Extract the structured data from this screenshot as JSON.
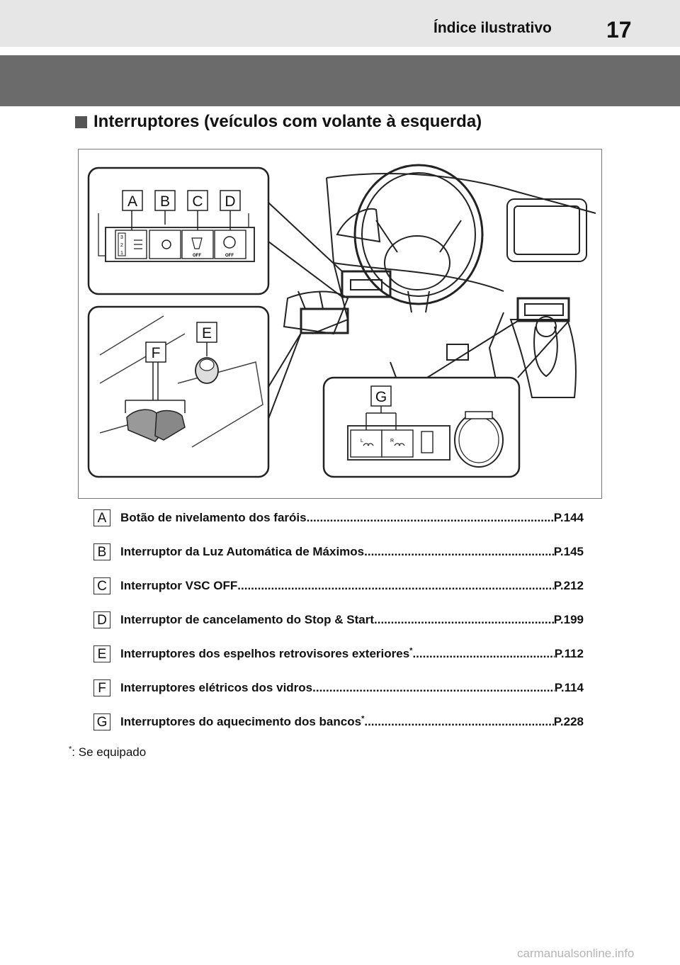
{
  "header": {
    "section_title": "Índice ilustrativo",
    "page_number": "17"
  },
  "heading": "Interruptores (veículos com volante à esquerda)",
  "illustration": {
    "callouts": [
      "A",
      "B",
      "C",
      "D",
      "E",
      "F",
      "G"
    ],
    "switch_labels": {
      "off_c": "OFF",
      "off_d": "OFF",
      "seat_left": "L",
      "seat_right": "R",
      "dial_3": "3",
      "dial_2": "2",
      "dial_1": "1"
    }
  },
  "legend": [
    {
      "letter": "A",
      "label": "Botão de nivelamento dos faróis",
      "ref": "P.144",
      "starred": false
    },
    {
      "letter": "B",
      "label": "Interruptor da Luz Automática de Máximos",
      "ref": "P.145",
      "starred": false
    },
    {
      "letter": "C",
      "label": "Interruptor VSC OFF",
      "ref": "P.212",
      "starred": false
    },
    {
      "letter": "D",
      "label": "Interruptor de cancelamento do Stop & Start",
      "ref": "P.199",
      "starred": false
    },
    {
      "letter": "E",
      "label": "Interruptores dos espelhos retrovisores exteriores",
      "ref": "P.112",
      "starred": true
    },
    {
      "letter": "F",
      "label": "Interruptores elétricos dos vidros",
      "ref": "P.114",
      "starred": false
    },
    {
      "letter": "G",
      "label": "Interruptores do aquecimento dos bancos",
      "ref": "P.228",
      "starred": true
    }
  ],
  "footnote": {
    "marker": "*",
    "text": ": Se equipado"
  },
  "watermark": "carmanualsonline.info"
}
